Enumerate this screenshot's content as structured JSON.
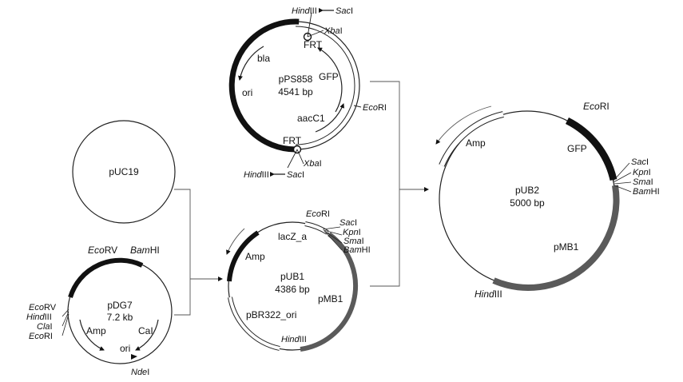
{
  "plasmids": {
    "ps858": {
      "name": "pPS858",
      "size": "4541 bp",
      "genes": {
        "bla": "bla",
        "ori": "ori",
        "gfp": "GFP",
        "aacc1": "aacC1",
        "frt_top": "FRT",
        "frt_bottom": "FRT"
      },
      "sites": {
        "hindiii_top_i": "Hind",
        "hindiii_top_r": "III",
        "saci_top_i": "Sac",
        "saci_top_r": "I",
        "xbai_top_i": "Xba",
        "xbai_top_r": "I",
        "ecori_i": "Eco",
        "ecori_r": "RI",
        "xbai_bot_i": "Xba",
        "xbai_bot_r": "I",
        "hindiii_bot_i": "Hind",
        "hindiii_bot_r": "III",
        "saci_bot_i": "Sac",
        "saci_bot_r": "I"
      }
    },
    "puc19": {
      "name": "pUC19"
    },
    "pdg7": {
      "name": "pDG7",
      "size": "7.2 kb",
      "genes": {
        "amp": "Amp",
        "cal": "CaI",
        "ori": "ori"
      },
      "sites": {
        "ecorv_top_i": "Eco",
        "ecorv_top_r": "RV",
        "bamhi_i": "Bam",
        "bamhi_r": "HI",
        "ecorv_l_i": "Eco",
        "ecorv_l_r": "RV",
        "hindiii_i": "Hind",
        "hindiii_r": "III",
        "clai_i": "Cla",
        "clai_r": "I",
        "ecori_i": "Eco",
        "ecori_r": "RI",
        "ndei_i": "Nde",
        "ndei_r": "I"
      }
    },
    "pub1": {
      "name": "pUB1",
      "size": "4386 bp",
      "genes": {
        "lacz": "lacZ_a",
        "amp": "Amp",
        "pmb1": "pMB1",
        "pbr322": "pBR322_ori"
      },
      "sites": {
        "ecori_i": "Eco",
        "ecori_r": "RI",
        "saci_i": "Sac",
        "saci_r": "I",
        "kpni_i": "Kpn",
        "kpni_r": "I",
        "smai_i": "Sma",
        "smai_r": "I",
        "bamhi_i": "Bam",
        "bamhi_r": "HI",
        "hindiii_i": "Hind",
        "hindiii_r": "III"
      }
    },
    "pub2": {
      "name": "pUB2",
      "size": "5000 bp",
      "genes": {
        "amp": "Amp",
        "gfp": "GFP",
        "pmb1": "pMB1"
      },
      "sites": {
        "ecori_i": "Eco",
        "ecori_r": "RI",
        "saci_i": "Sac",
        "saci_r": "I",
        "kpni_i": "Kpn",
        "kpni_r": "I",
        "smai_i": "Sma",
        "smai_r": "I",
        "bamhi_i": "Bam",
        "bamhi_r": "HI",
        "hindiii_i": "Hind",
        "hindiii_r": "III"
      }
    }
  },
  "colors": {
    "black_segment": "#111111",
    "grey_segment": "#5a5a5a",
    "line": "#222222"
  }
}
